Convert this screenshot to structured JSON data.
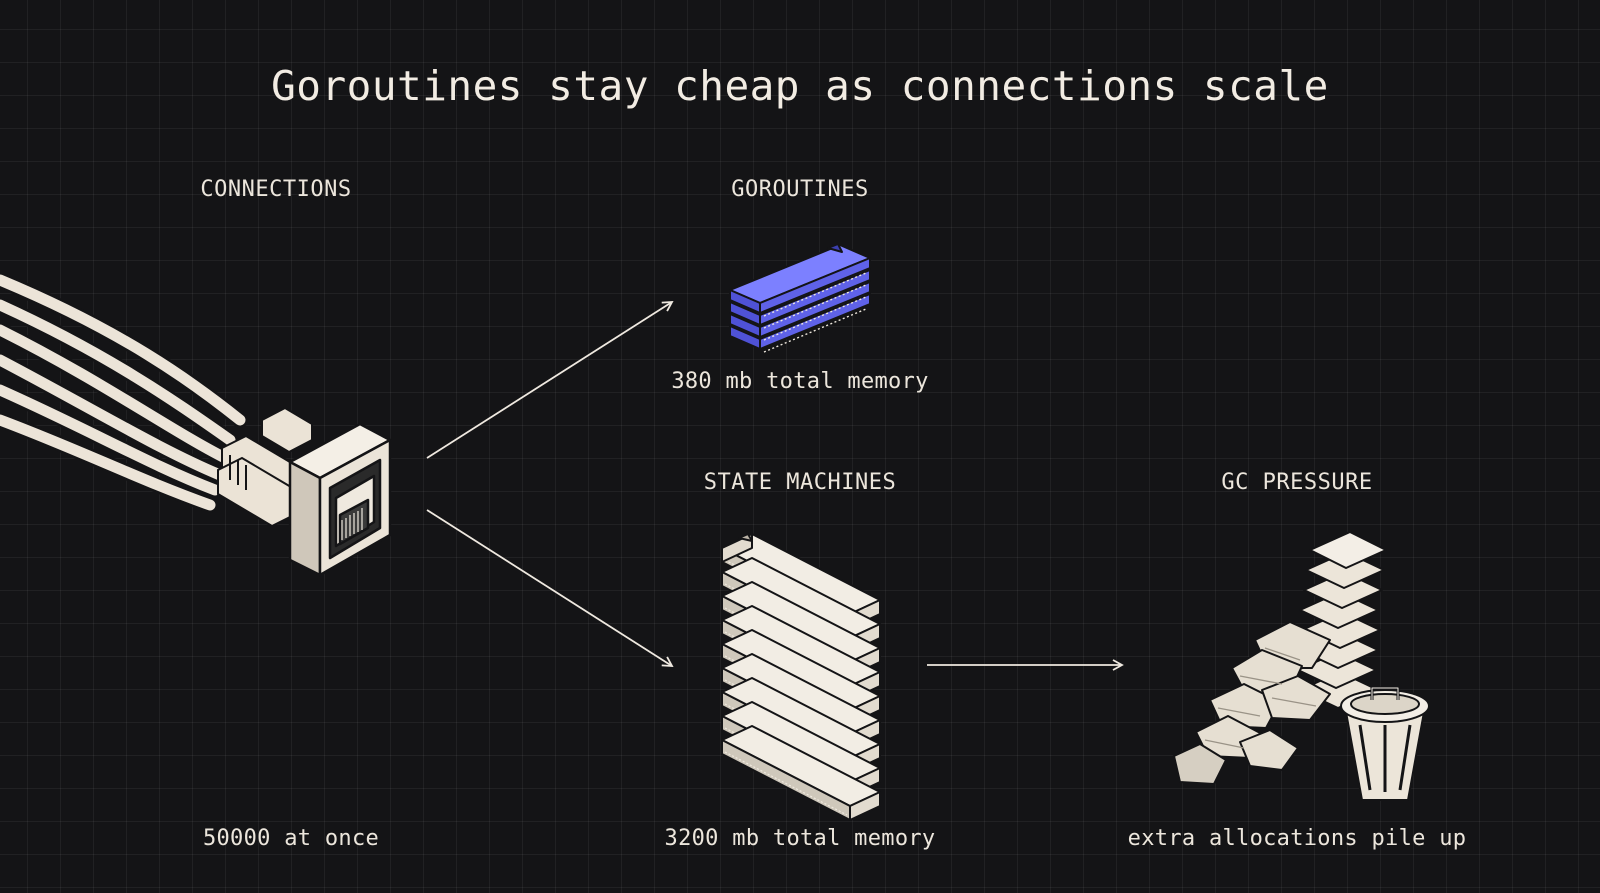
{
  "title": "Goroutines stay cheap as connections scale",
  "connections": {
    "heading": "CONNECTIONS",
    "caption": "50000 at once",
    "icon": "ethernet-cables-icon"
  },
  "goroutines": {
    "heading": "GOROUTINES",
    "caption": "380 mb total memory",
    "icon": "small-memory-stack-icon",
    "accent": "#6b6ef5"
  },
  "state_machines": {
    "heading": "STATE MACHINES",
    "caption": "3200 mb total memory",
    "icon": "large-memory-stack-icon"
  },
  "gc_pressure": {
    "heading": "GC PRESSURE",
    "caption": "extra allocations pile up",
    "icon": "paper-pile-trash-icon"
  },
  "colors": {
    "background": "#141416",
    "ink": "#efe9e0",
    "accent": "#6b6ef5"
  }
}
